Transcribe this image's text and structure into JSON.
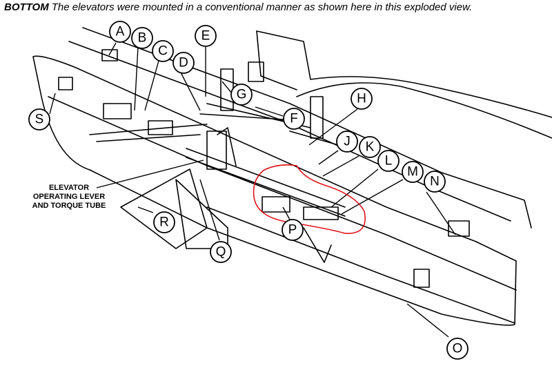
{
  "caption": {
    "bold": "BOTTOM",
    "text": "The elevators were mounted in a conventional manner as shown here in this exploded view."
  },
  "side_label": {
    "line1": "ELEVATOR",
    "line2": "OPERATING LEVER",
    "line3": "AND TORQUE TUBE"
  },
  "callouts": [
    "A",
    "B",
    "C",
    "D",
    "E",
    "F",
    "G",
    "H",
    "J",
    "K",
    "L",
    "M",
    "N",
    "O",
    "P",
    "Q",
    "R",
    "S"
  ],
  "colors": {
    "line": "#000000",
    "highlight": "#e0141c",
    "background": "#ffffff"
  }
}
